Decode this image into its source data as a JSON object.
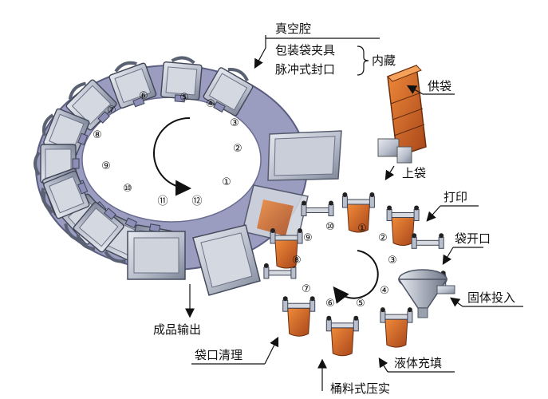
{
  "labels": {
    "vacuum_chamber": "真空腔",
    "bag_gripper": "包装袋夹具",
    "pulse_seal": "脉冲式封口",
    "built_in": "内藏",
    "bag_supply": "供袋",
    "bag_loading": "上袋",
    "printing": "打印",
    "bag_opening": "袋开口",
    "solid_feeding": "固体投入",
    "liquid_filling": "液体充填",
    "bucket_compaction": "桶料式压实",
    "bag_mouth_cleaning": "袋口清理",
    "product_output": "成品输出"
  },
  "big_ring_numbers": [
    "①",
    "②",
    "③",
    "④",
    "⑤",
    "⑥",
    "⑦",
    "⑧",
    "⑨",
    "⑩",
    "⑪",
    "⑫"
  ],
  "small_ring_numbers": [
    "①",
    "②",
    "③",
    "④",
    "⑤",
    "⑥",
    "⑦",
    "⑧",
    "⑨",
    "⑩"
  ],
  "colors": {
    "chamber_steel": "#b9bfcc",
    "chamber_shadow": "#7d8597",
    "frame_purple": "#8e8fb8",
    "bag_orange": "#d9682a",
    "bag_dark": "#a8461a",
    "clamp_silver": "#d6d9df"
  }
}
